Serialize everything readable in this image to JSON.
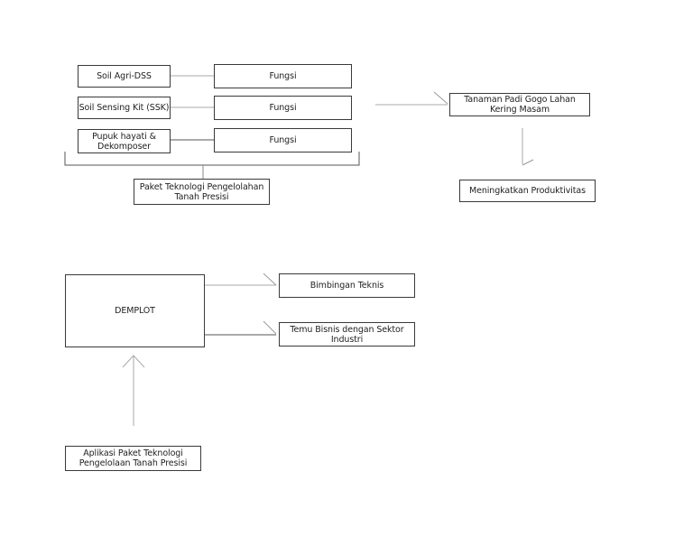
{
  "top": {
    "components": [
      {
        "name": "Soil Agri-DSS",
        "function": "Fungsi"
      },
      {
        "name": "Soil Sensing Kit (SSK)",
        "function": "Fungsi"
      },
      {
        "name": "Pupuk hayati & Dekomposer",
        "function": "Fungsi"
      }
    ],
    "package": "Paket Teknologi Pengelolahan Tanah Presisi",
    "target": "Tanaman Padi Gogo Lahan Kering Masam",
    "outcome": "Meningkatkan Produktivitas"
  },
  "bottom": {
    "demplot": "DEMPLOT",
    "outputs": [
      "Bimbingan Teknis",
      "Temu Bisnis dengan Sektor Industri"
    ],
    "application": "Aplikasi Paket Teknologi Pengelolaan Tanah Presisi"
  }
}
